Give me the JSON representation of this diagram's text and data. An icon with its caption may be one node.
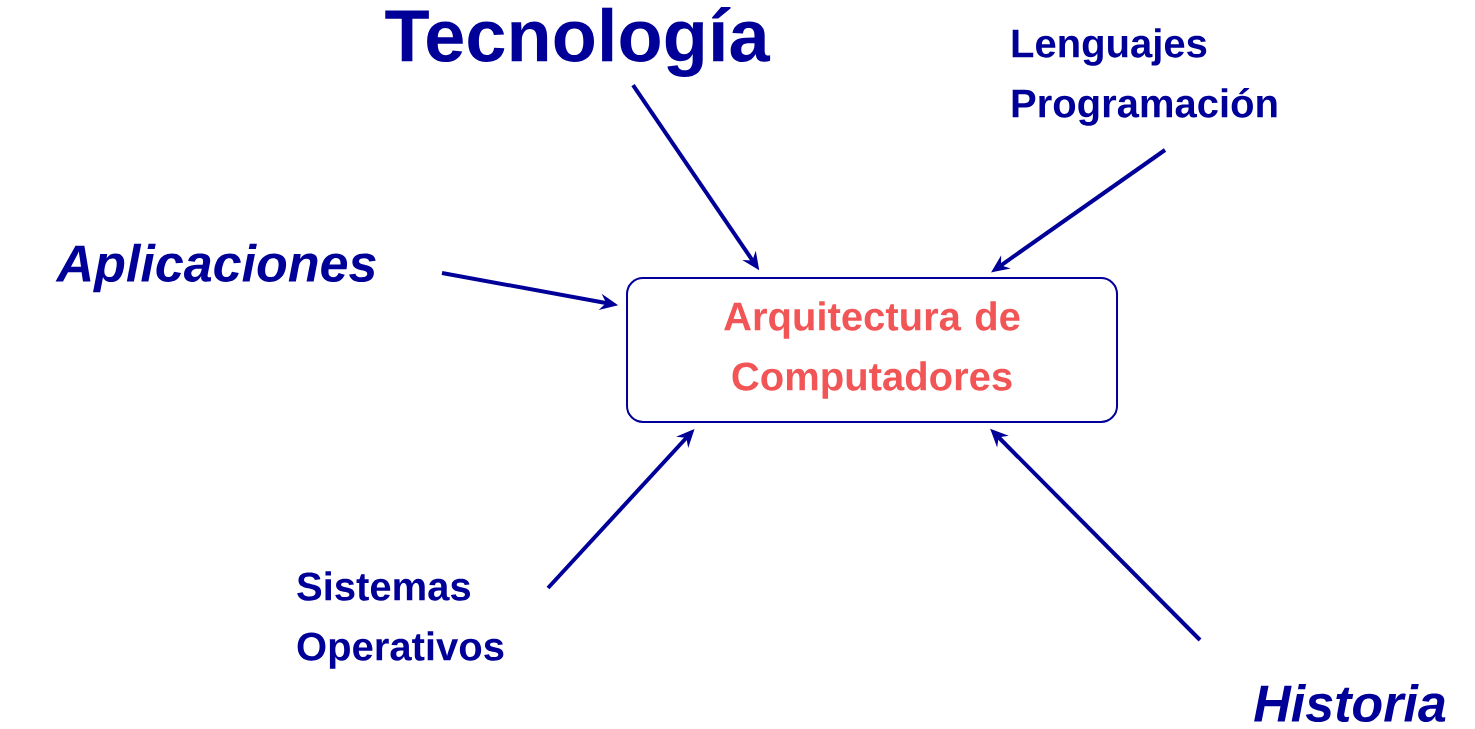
{
  "diagram": {
    "nodes": [
      {
        "text": [
          "Arquitectura de Computadores"
        ]
      },
      {
        "text": [
          "Tecnología"
        ]
      },
      {
        "text": [
          "Lenguajes Programación"
        ]
      },
      {
        "text": [
          "Aplicaciones"
        ]
      },
      {
        "text": [
          "Sistemas Operativos"
        ]
      },
      {
        "text": [
          "Historia"
        ]
      }
    ],
    "edges": [
      {
        "from": 1,
        "to": 0,
        "arrow": "to"
      },
      {
        "from": 2,
        "to": 0,
        "arrow": "to"
      },
      {
        "from": 3,
        "to": 0,
        "arrow": "to"
      },
      {
        "from": 4,
        "to": 0,
        "arrow": "to"
      },
      {
        "from": 5,
        "to": 0,
        "arrow": "to"
      }
    ]
  }
}
